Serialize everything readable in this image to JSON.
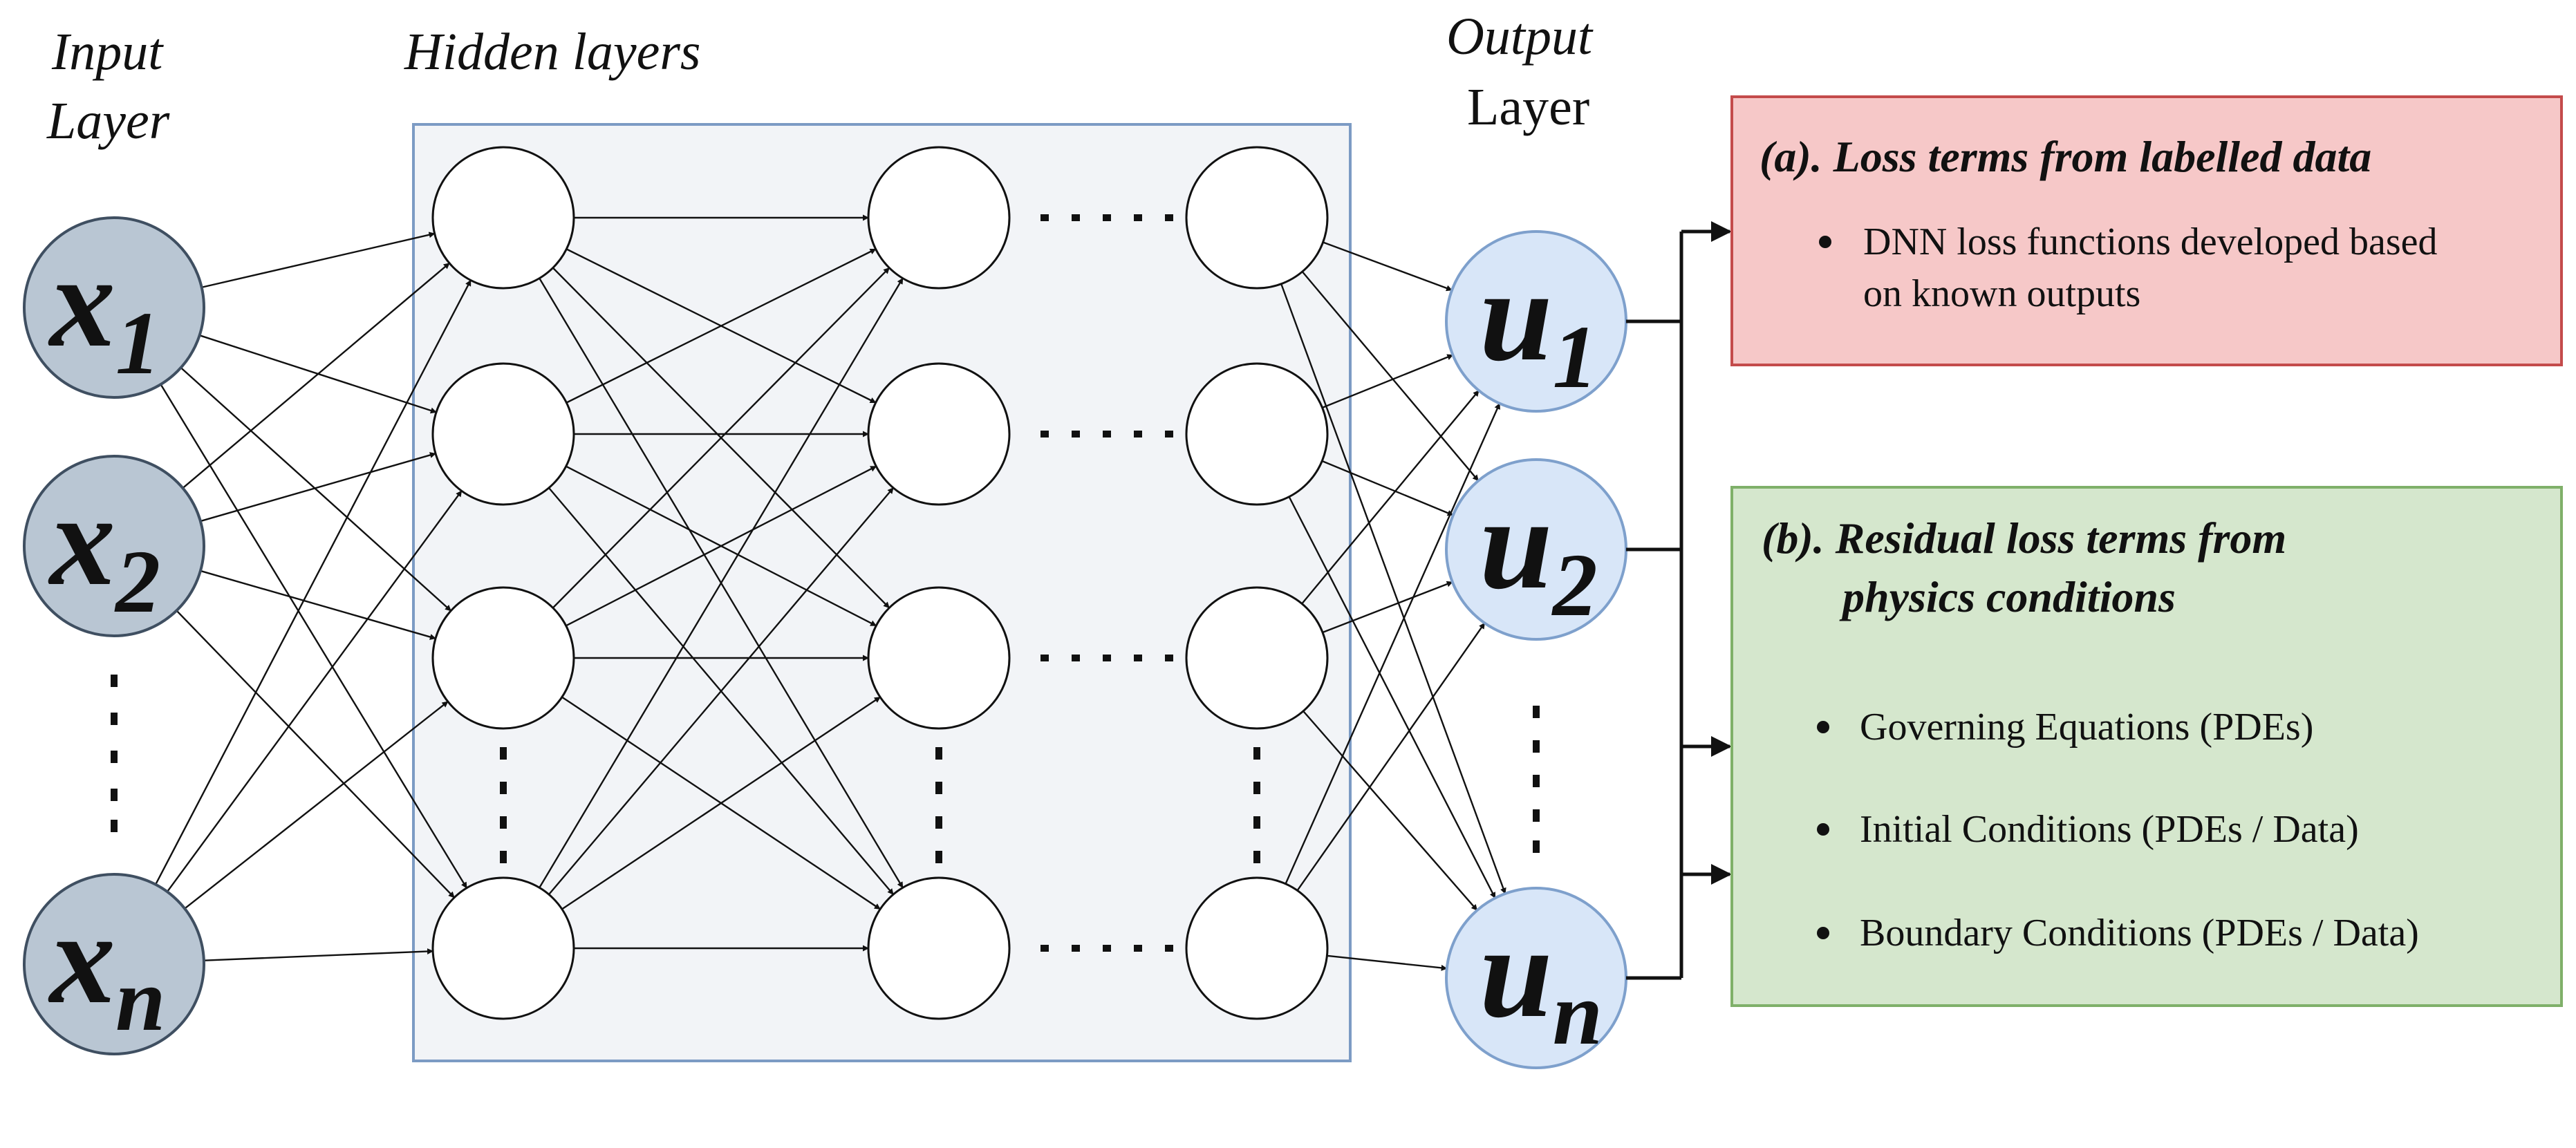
{
  "labels": {
    "input_layer_line1": "Input",
    "input_layer_line2": "Layer",
    "hidden_layers": "Hidden layers",
    "output_layer_line1": "Output",
    "output_layer_line2": "Layer"
  },
  "input_nodes": [
    {
      "var": "x",
      "sub": "1"
    },
    {
      "var": "x",
      "sub": "2"
    },
    {
      "var": "x",
      "sub": "n"
    }
  ],
  "output_nodes": [
    {
      "var": "u",
      "sub": "1"
    },
    {
      "var": "u",
      "sub": "2"
    },
    {
      "var": "u",
      "sub": "n"
    }
  ],
  "box_a": {
    "title": "(a). Loss terms from labelled data",
    "bullets": [
      "DNN loss functions developed based on known outputs"
    ],
    "bullet_lines": [
      [
        "DNN loss functions developed based",
        "on known outputs"
      ]
    ]
  },
  "box_b": {
    "title_line1": "(b). Residual loss terms from",
    "title_line2": "physics conditions",
    "bullets": [
      "Governing Equations (PDEs)",
      "Initial Conditions (PDEs / Data)",
      "Boundary Conditions (PDEs / Data)"
    ]
  },
  "colors": {
    "input_node_fill": "#b9c6d3",
    "input_node_stroke": "#3f4f61",
    "hidden_panel_fill": "#f2f4f7",
    "hidden_panel_stroke": "#7c9bc4",
    "output_node_fill": "#d8e6f8",
    "output_node_stroke": "#7ea0cc",
    "box_a_fill": "#f6c8c8",
    "box_a_stroke": "#c44b4b",
    "box_b_fill": "#d5e7cd",
    "box_b_stroke": "#7fb069"
  }
}
